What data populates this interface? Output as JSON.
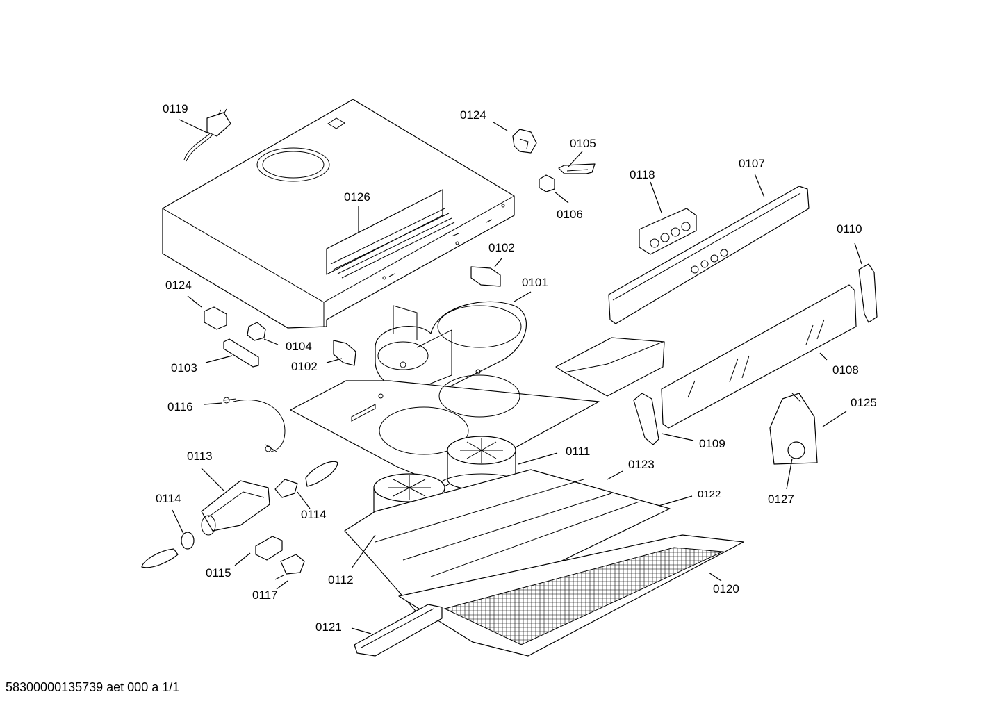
{
  "labels": {
    "p0119": "0119",
    "p0124a": "0124",
    "p0105": "0105",
    "p0118": "0118",
    "p0107": "0107",
    "p0106": "0106",
    "p0126": "0126",
    "p0102a": "0102",
    "p0110": "0110",
    "p0101": "0101",
    "p0124b": "0124",
    "p0104": "0104",
    "p0103": "0103",
    "p0102b": "0102",
    "p0108": "0108",
    "p0116": "0116",
    "p0125": "0125",
    "p0109": "0109",
    "p0113": "0113",
    "p0111": "0111",
    "p0123": "0123",
    "p0122": "0122",
    "p0127": "0127",
    "p0114a": "0114",
    "p0114b": "0114",
    "p0115": "0115",
    "p0112": "0112",
    "p0120": "0120",
    "p0117": "0117",
    "p0121": "0121"
  },
  "footer": "58300000135739 aet 000 a 1/1"
}
